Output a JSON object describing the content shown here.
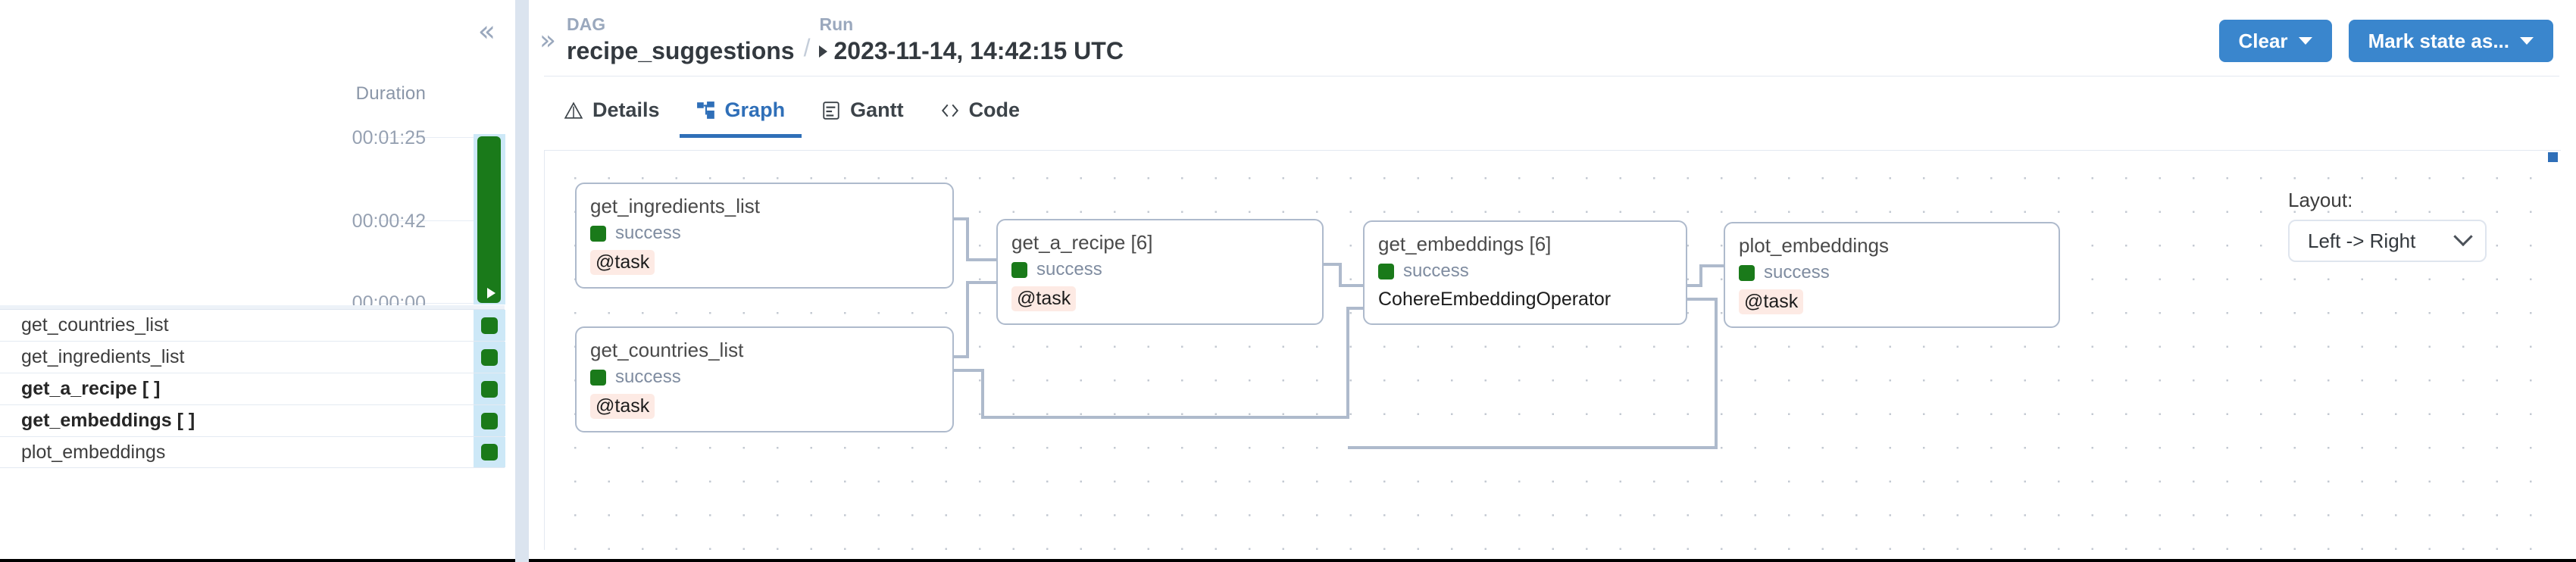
{
  "left_panel": {
    "collapse_icon": "chevron-double-left-icon",
    "duration_header": "Duration",
    "axis_ticks": [
      "00:01:25",
      "00:00:42",
      "00:00:00"
    ],
    "run_bar": {
      "state": "success",
      "play_icon": "play-triangle-icon"
    },
    "tasks": [
      {
        "name": "get_countries_list",
        "state": "success",
        "bold": false
      },
      {
        "name": "get_ingredients_list",
        "state": "success",
        "bold": false
      },
      {
        "name": "get_a_recipe [ ]",
        "state": "success",
        "bold": true
      },
      {
        "name": "get_embeddings [ ]",
        "state": "success",
        "bold": true
      },
      {
        "name": "plot_embeddings",
        "state": "success",
        "bold": false
      }
    ]
  },
  "header": {
    "expand_icon": "chevron-double-right-icon",
    "dag_kicker": "DAG",
    "dag_name": "recipe_suggestions",
    "separator": "/",
    "run_kicker": "Run",
    "run_value": "2023-11-14, 14:42:15 UTC",
    "buttons": [
      {
        "label": "Clear",
        "icon": "caret-down-icon"
      },
      {
        "label": "Mark state as...",
        "icon": "caret-down-icon"
      }
    ]
  },
  "tabs": [
    {
      "label": "Details",
      "icon": "triangle-alert-icon",
      "active": false
    },
    {
      "label": "Graph",
      "icon": "graph-nodes-icon",
      "active": true
    },
    {
      "label": "Gantt",
      "icon": "gantt-doc-icon",
      "active": false
    },
    {
      "label": "Code",
      "icon": "code-brackets-icon",
      "active": false
    }
  ],
  "graph": {
    "layout_label": "Layout:",
    "layout_value": "Left -> Right",
    "layout_icon": "chevron-down-icon",
    "nodes": [
      {
        "title": "get_ingredients_list",
        "state": "success",
        "type": "@task",
        "tag": true
      },
      {
        "title": "get_countries_list",
        "state": "success",
        "type": "@task",
        "tag": true
      },
      {
        "title": "get_a_recipe [6]",
        "state": "success",
        "type": "@task",
        "tag": true
      },
      {
        "title": "get_embeddings [6]",
        "state": "success",
        "type": "CohereEmbeddingOperator",
        "tag": false
      },
      {
        "title": "plot_embeddings",
        "state": "success",
        "type": "@task",
        "tag": true
      }
    ]
  },
  "colors": {
    "success_green": "#1a7a1a",
    "accent_blue": "#2f6fb8",
    "button_blue": "#3a86cd",
    "node_border": "#aebacc",
    "tag_pink": "#fdeae4",
    "state_cell": "#cde8f7"
  }
}
